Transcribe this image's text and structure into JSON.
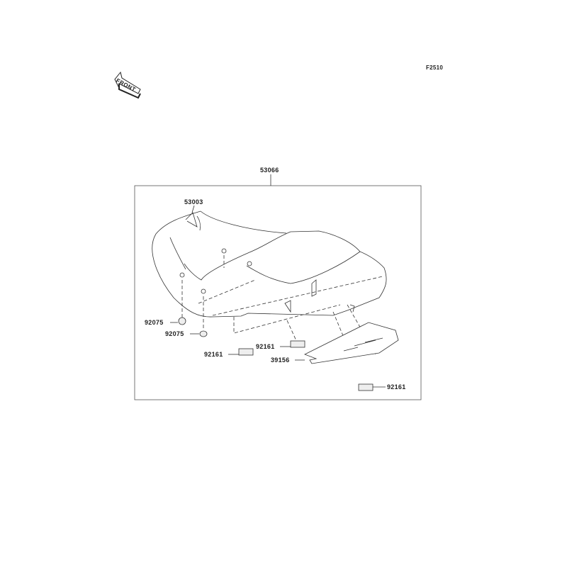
{
  "figure_code": "F2510",
  "front_label": "FRONT",
  "parts": {
    "assembly": "53066",
    "seat_cover": "53003",
    "nut_1": "92075",
    "nut_2": "92075",
    "damper_1": "92161",
    "damper_2": "92161",
    "tray": "39156",
    "damper_3": "92161"
  }
}
